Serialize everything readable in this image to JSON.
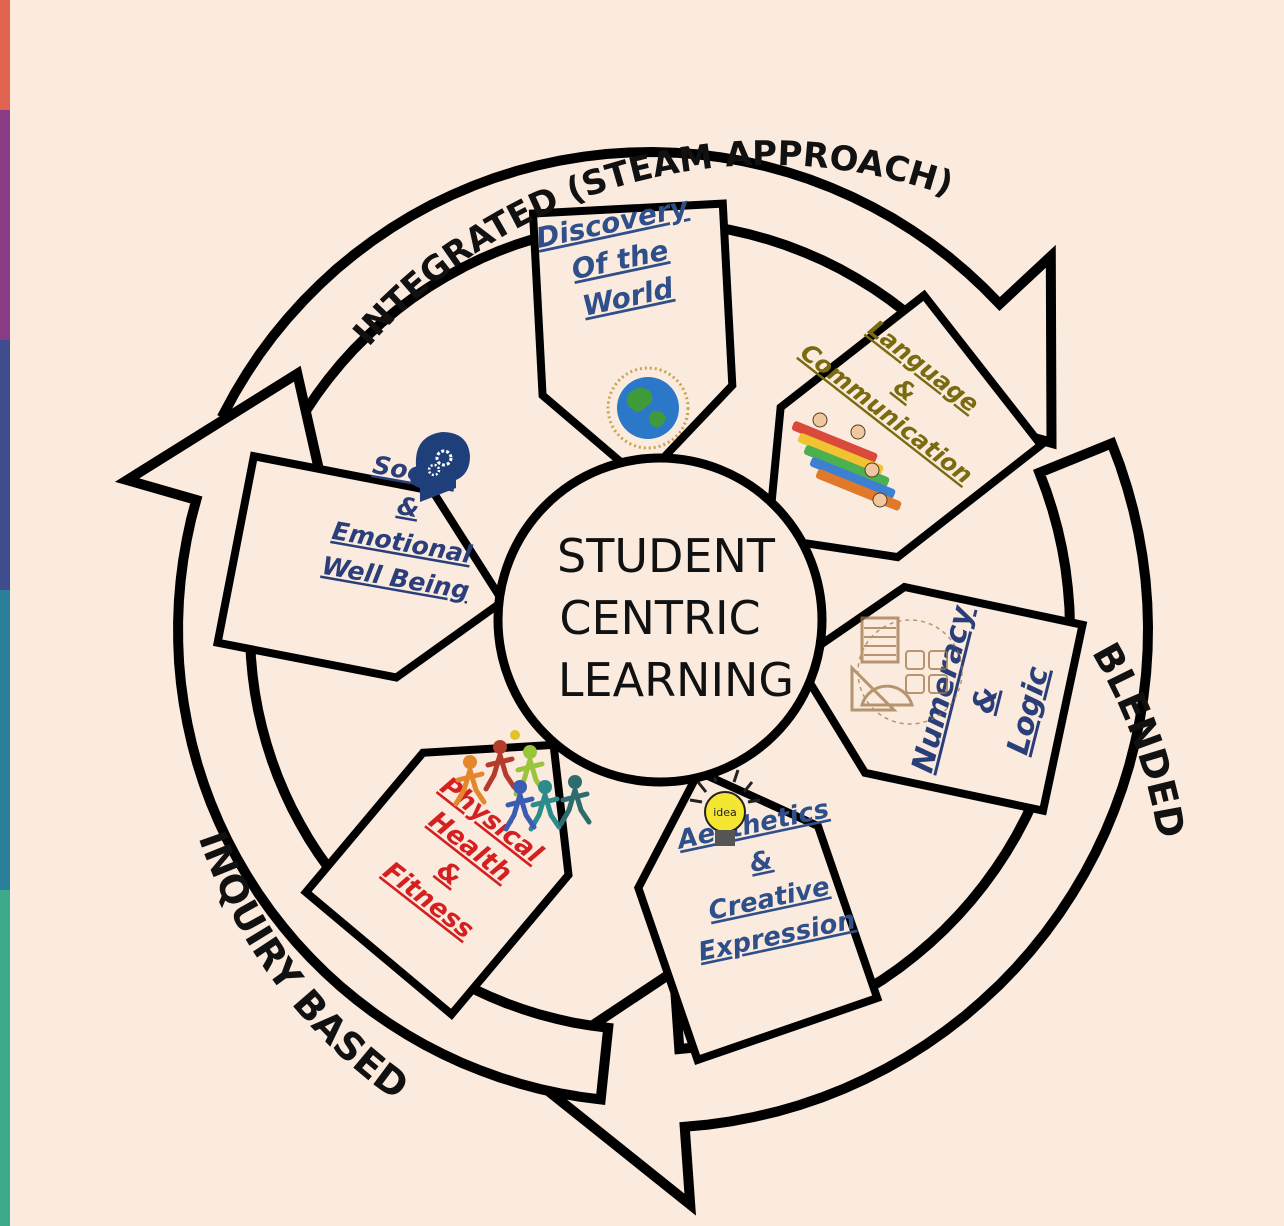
{
  "center": {
    "lines": [
      "STUDENT",
      "CENTRIC",
      "LEARNING"
    ]
  },
  "arcs": [
    {
      "id": "integrated",
      "label": "INTEGRATED (STEAM APPROACH)"
    },
    {
      "id": "blended",
      "label": "BLENDED"
    },
    {
      "id": "inquiry",
      "label": "INQUIRY BASED"
    }
  ],
  "domains": [
    {
      "id": "discovery",
      "lines": [
        "Discovery",
        "Of the",
        "World"
      ],
      "color": "#2f4f8a",
      "icon": "globe-icon"
    },
    {
      "id": "language",
      "lines": [
        "Language",
        "&",
        "Communication"
      ],
      "color": "#7a6a10",
      "icon": "children-books-icon"
    },
    {
      "id": "numeracy",
      "lines": [
        "Numeracy",
        "&",
        "Logic"
      ],
      "color": "#2a3f7a",
      "icon": "math-tools-icon"
    },
    {
      "id": "aesthetics",
      "lines": [
        "Aesthetics",
        "&",
        "Creative",
        "Expression"
      ],
      "color": "#2f4f8a",
      "icon": "lightbulb-idea-icon"
    },
    {
      "id": "physical",
      "lines": [
        "Physical",
        "Health",
        "&",
        "Fitness"
      ],
      "color": "#d42020",
      "icon": "athletes-icon"
    },
    {
      "id": "social",
      "lines": [
        "Social",
        "&",
        "Emotional",
        "Well Being"
      ],
      "color": "#2a3f7a",
      "icon": "head-gears-icon"
    }
  ],
  "icon_texts": {
    "idea": "idea"
  },
  "colors": {
    "background": "#fbebde",
    "outline": "#000000",
    "fill": "#fbebde",
    "left_strip": [
      "#e0644f",
      "#8a3c86",
      "#3f4d8e",
      "#2c7f9a",
      "#3ea98a"
    ]
  }
}
